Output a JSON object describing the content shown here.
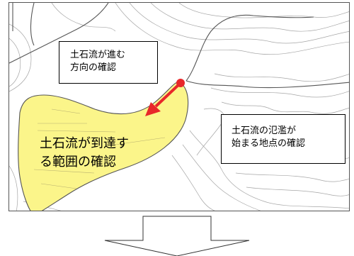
{
  "map": {
    "callouts": {
      "flow_direction": {
        "line1": "土石流が進む",
        "line2": "方向の確認"
      },
      "overflow_start": {
        "line1": "土石流の氾濫が",
        "line2": "始まる地点の確認"
      }
    },
    "zone_label": {
      "line1": "土石流が到達す",
      "line2": "る範囲の確認"
    },
    "colors": {
      "zone_fill": "#fbf58a",
      "zone_edge": "#555555",
      "arrow": "#e8272a",
      "contour": "#9a9a9a",
      "road": "#555555"
    }
  }
}
